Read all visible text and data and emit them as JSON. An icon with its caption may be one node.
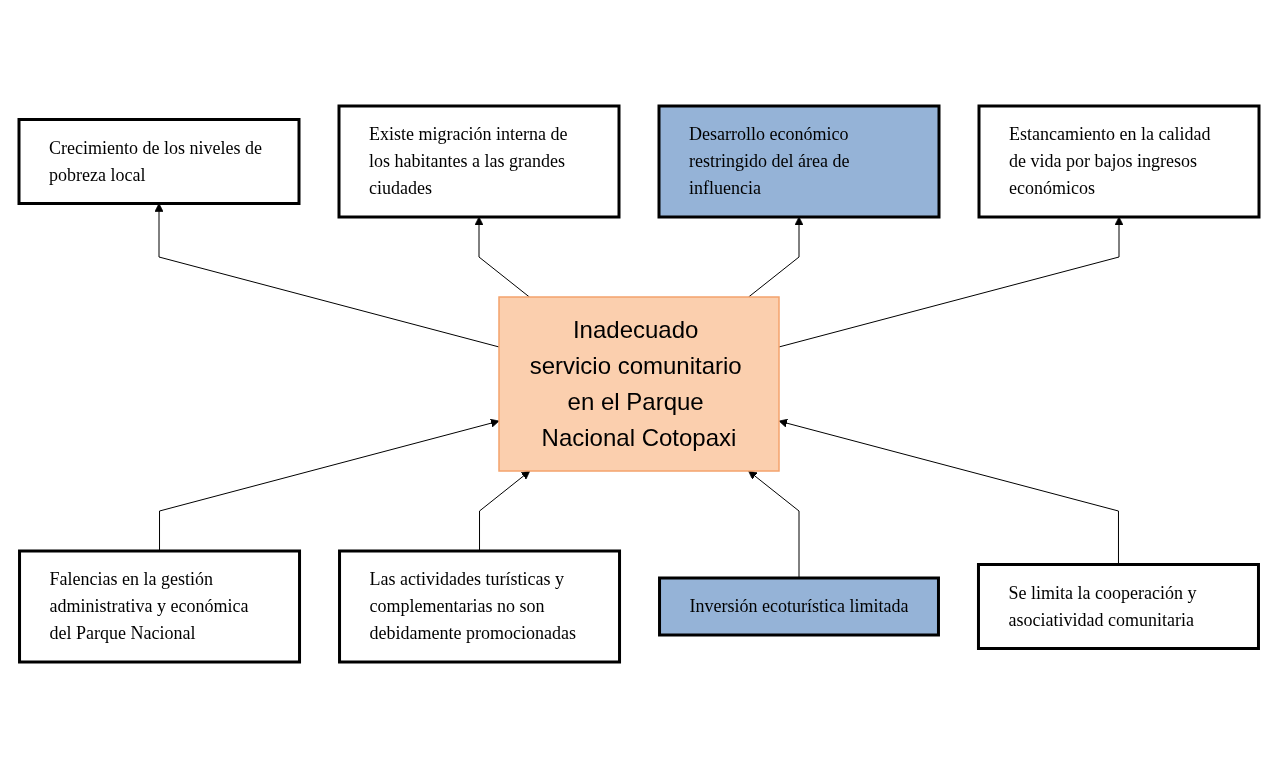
{
  "diagram": {
    "nodes": [
      {
        "text": [
          "Crecimiento de los niveles de pobreza local"
        ]
      },
      {
        "text": [
          "Existe migración interna de los habitantes a las grandes ciudades"
        ]
      },
      {
        "text": [
          "Desarrollo económico restringido del área de influencia"
        ]
      },
      {
        "text": [
          "Estancamiento en la calidad de vida por bajos ingresos económicos"
        ]
      },
      {
        "text": [
          "Inadecuado servicio comunitario en el Parque Nacional Cotopaxi"
        ]
      },
      {
        "text": [
          "Falencias en la gestión administrativa y económica del Parque Nacional"
        ]
      },
      {
        "text": [
          "Las actividades turísticas y complementarias no son debidamente promocionadas"
        ]
      },
      {
        "text": [
          "Inversión ecoturística limitada"
        ]
      },
      {
        "text": [
          "Se limita la cooperación y asociatividad comunitaria"
        ]
      }
    ],
    "edges": [
      {
        "from": 4,
        "to": 0,
        "arrow": "to"
      },
      {
        "from": 4,
        "to": 1,
        "arrow": "to"
      },
      {
        "from": 4,
        "to": 2,
        "arrow": "to"
      },
      {
        "from": 4,
        "to": 3,
        "arrow": "to"
      },
      {
        "from": 5,
        "to": 4,
        "arrow": "to"
      },
      {
        "from": 6,
        "to": 4,
        "arrow": "to"
      },
      {
        "from": 7,
        "to": 4,
        "arrow": "to"
      },
      {
        "from": 8,
        "to": 4,
        "arrow": "to"
      }
    ]
  }
}
